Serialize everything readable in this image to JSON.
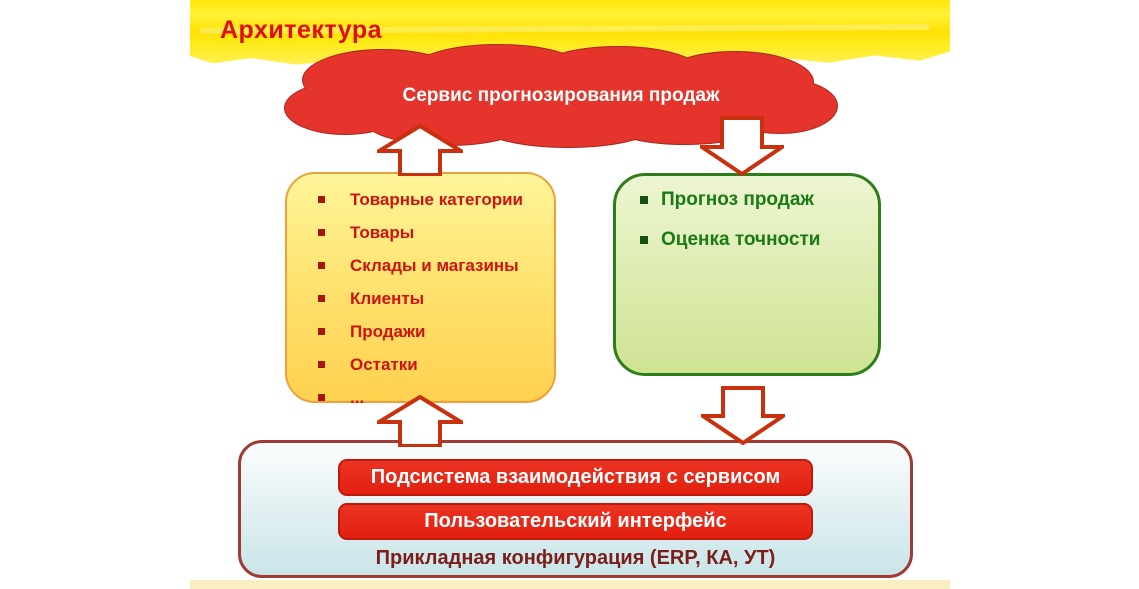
{
  "slide": {
    "title": "Архитектура"
  },
  "cloud": {
    "label": "Сервис прогнозирования продаж"
  },
  "source_box": {
    "items": [
      "Товарные категории",
      "Товары",
      "Склады и магазины",
      "Клиенты",
      "Продажи",
      "Остатки",
      "..."
    ]
  },
  "result_box": {
    "items": [
      "Прогноз продаж",
      "Оценка точности"
    ]
  },
  "platform_panel": {
    "service_subsystem_label": "Подсистема взаимодействия с сервисом",
    "ui_label": "Пользовательский интерфейс",
    "caption": "Прикладная конфигурация (ERP, КА, УТ)"
  },
  "colors": {
    "band_yellow": "#FFE70D",
    "title_red": "#E01000",
    "cloud_red": "#E5342B",
    "cloud_outline": "#A8281C",
    "source_border_orange": "#EDA13C",
    "source_text_red": "#CC1414",
    "result_border_green": "#2E7D1B",
    "result_text_green": "#1A7A14",
    "panel_border_maroon": "#A03A35",
    "button_red": "#E2200F",
    "caption_maroon": "#7B1D1A",
    "arrow_outline": "#C9310E",
    "footer_strip": "#FAEFC2"
  }
}
